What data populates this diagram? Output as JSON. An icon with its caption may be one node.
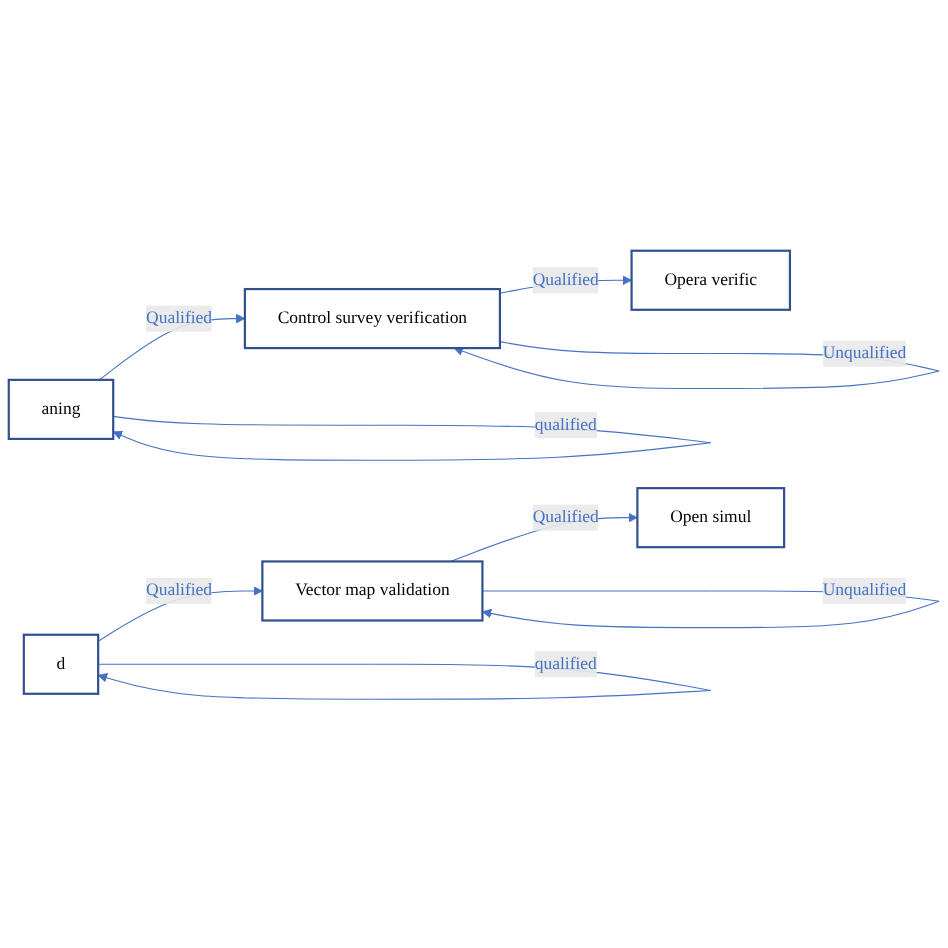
{
  "diagram": {
    "nodes": [
      {
        "text": [
          "aning"
        ]
      },
      {
        "text": [
          "Control survey verification"
        ]
      },
      {
        "text": [
          "Opera verific"
        ]
      },
      {
        "text": [
          "d"
        ]
      },
      {
        "text": [
          "Vector map validation"
        ]
      },
      {
        "text": [
          "Open simul"
        ]
      }
    ],
    "edges": [
      {
        "from": 0,
        "to": 1,
        "arrow": "to",
        "label": "Qualified"
      },
      {
        "from": 0,
        "to": 0,
        "arrow": "to",
        "label": "qualified"
      },
      {
        "from": 1,
        "to": 2,
        "arrow": "to",
        "label": "Qualified"
      },
      {
        "from": 1,
        "to": 1,
        "arrow": "to",
        "label": "Unqualified"
      },
      {
        "from": 3,
        "to": 4,
        "arrow": "to",
        "label": "Qualified"
      },
      {
        "from": 3,
        "to": 3,
        "arrow": "to",
        "label": "qualified"
      },
      {
        "from": 4,
        "to": 5,
        "arrow": "to",
        "label": "Qualified"
      },
      {
        "from": 4,
        "to": 4,
        "arrow": "to",
        "label": "Unqualified"
      }
    ]
  }
}
